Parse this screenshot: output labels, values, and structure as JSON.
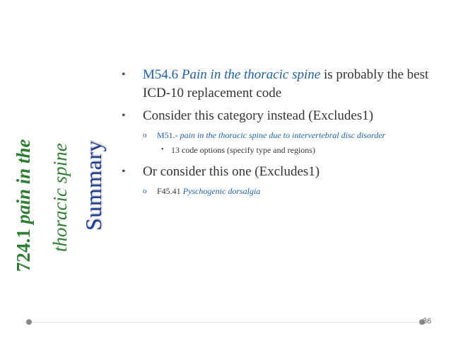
{
  "slide": {
    "title_line1_number": "724.1",
    "title_line1_text": "pain in the",
    "title_line2": "thoracic spine",
    "title_line3": "Summary",
    "bullets": [
      {
        "code": "M54.6",
        "name": "Pain in the thoracic spine",
        "rest": " is probably the best ICD-10 replacement code"
      },
      {
        "text": "Consider this category instead (Excludes1)",
        "sub": {
          "code": "M51.-",
          "name": "pain in the thoracic spine due to intervertebral disc disorder",
          "subsub": "13 code options (specify type and regions)"
        }
      },
      {
        "text": "Or consider this one (Excludes1)",
        "sub": {
          "code": "F45.41",
          "name": "Pyschogenic dorsalgia"
        }
      }
    ],
    "page_number": "36",
    "colors": {
      "title_green": "#2e7d32",
      "summary_blue": "#1f3f94",
      "link_blue": "#1f5fa6"
    }
  }
}
